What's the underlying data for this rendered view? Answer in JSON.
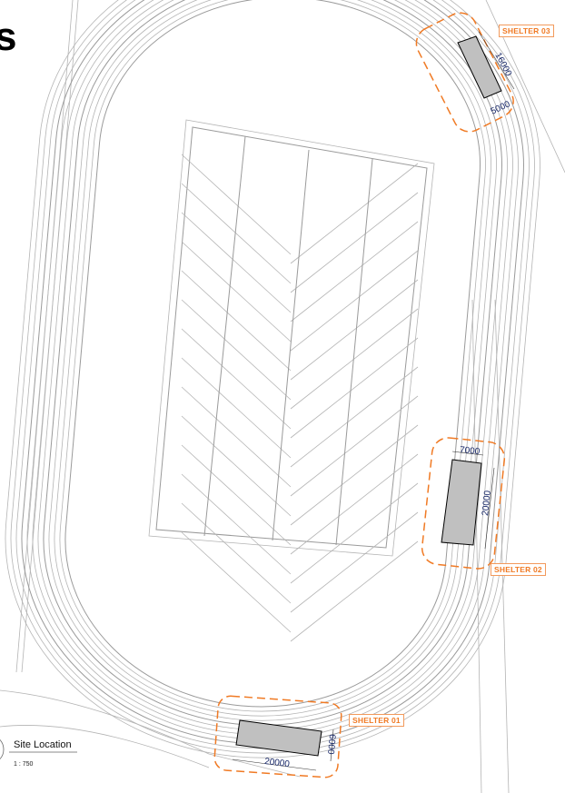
{
  "header": {
    "title_fragment": "s"
  },
  "view": {
    "label": "Site Location",
    "scale": "1 : 750"
  },
  "colors": {
    "shelter_outline": "#f07a24",
    "shelter_fill": "#c0c0c0",
    "linework": "#b4b4b4",
    "dimension_text": "#1a2a6a"
  },
  "shelters": [
    {
      "label": "SHELTER 01",
      "length": "20000",
      "width": "6000"
    },
    {
      "label": "SHELTER 02",
      "length": "20000",
      "width": "7000"
    },
    {
      "label": "SHELTER 03",
      "length": "16000",
      "width": "5000"
    }
  ]
}
